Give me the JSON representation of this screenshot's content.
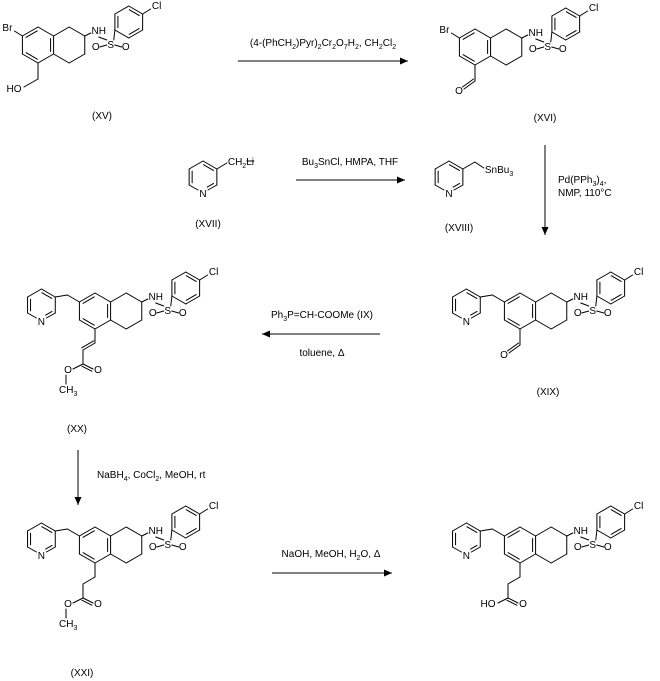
{
  "scheme": {
    "compounds": [
      {
        "id": "XV",
        "label": "(XV)",
        "atoms": {
          "br": "Br",
          "nh": "NH",
          "s": "S",
          "o1": "O",
          "o2": "O",
          "cl": "Cl",
          "oh": "HO"
        }
      },
      {
        "id": "XVI",
        "label": "(XVI)",
        "atoms": {
          "br": "Br",
          "nh": "NH",
          "s": "S",
          "o1": "O",
          "o2": "O",
          "cl": "Cl",
          "ald_o": "O"
        }
      },
      {
        "id": "XVII",
        "label": "(XVII)",
        "atoms": {
          "n": "N",
          "ch": "CH",
          "ch_sub": "2",
          "li": "Li"
        }
      },
      {
        "id": "XVIII",
        "label": "(XVIII)",
        "atoms": {
          "n": "N",
          "sn": "SnBu",
          "sn_sub": "3"
        }
      },
      {
        "id": "XIX",
        "label": "(XIX)",
        "atoms": {
          "n": "N",
          "nh": "NH",
          "s": "S",
          "o1": "O",
          "o2": "O",
          "cl": "Cl",
          "ald_o": "O"
        }
      },
      {
        "id": "XX",
        "label": "(XX)",
        "atoms": {
          "n": "N",
          "nh": "NH",
          "s": "S",
          "o1": "O",
          "o2": "O",
          "cl": "Cl",
          "co": "O",
          "eo": "O",
          "me": "CH",
          "me_sub": "3"
        }
      },
      {
        "id": "XXI",
        "label": "(XXI)",
        "atoms": {
          "n": "N",
          "nh": "NH",
          "s": "S",
          "o1": "O",
          "o2": "O",
          "cl": "Cl",
          "co": "O",
          "eo": "O",
          "me": "CH",
          "me_sub": "3"
        }
      },
      {
        "id": "acid",
        "label": "",
        "atoms": {
          "n": "N",
          "nh": "NH",
          "s": "S",
          "o1": "O",
          "o2": "O",
          "cl": "Cl",
          "co": "O",
          "ho": "HO"
        }
      }
    ],
    "reagents": {
      "r1": {
        "parts": [
          "(4-(PhCH",
          "2",
          ")Pyr)",
          "2",
          "Cr",
          "2",
          "O",
          "7",
          "H",
          "2",
          ", CH",
          "2",
          "Cl",
          "2"
        ]
      },
      "r2": {
        "parts": [
          "Bu",
          "3",
          "SnCl, HMPA, THF"
        ]
      },
      "r3": {
        "line1_parts": [
          "Pd(PPh",
          "3",
          ")",
          "4",
          ","
        ],
        "line2": "NMP, 110°C"
      },
      "r4": {
        "above": "Ph3P=CH-COOMe  (IX)",
        "above_parts": [
          "Ph",
          "3",
          "P=CH-COOMe  (IX)"
        ],
        "below": "toluene, Δ"
      },
      "r5": {
        "parts": [
          "NaBH",
          "4",
          ", CoCl",
          "2",
          ", MeOH, rt"
        ]
      },
      "r6": {
        "parts": [
          "NaOH, MeOH, H",
          "2",
          "O, Δ"
        ]
      }
    }
  }
}
